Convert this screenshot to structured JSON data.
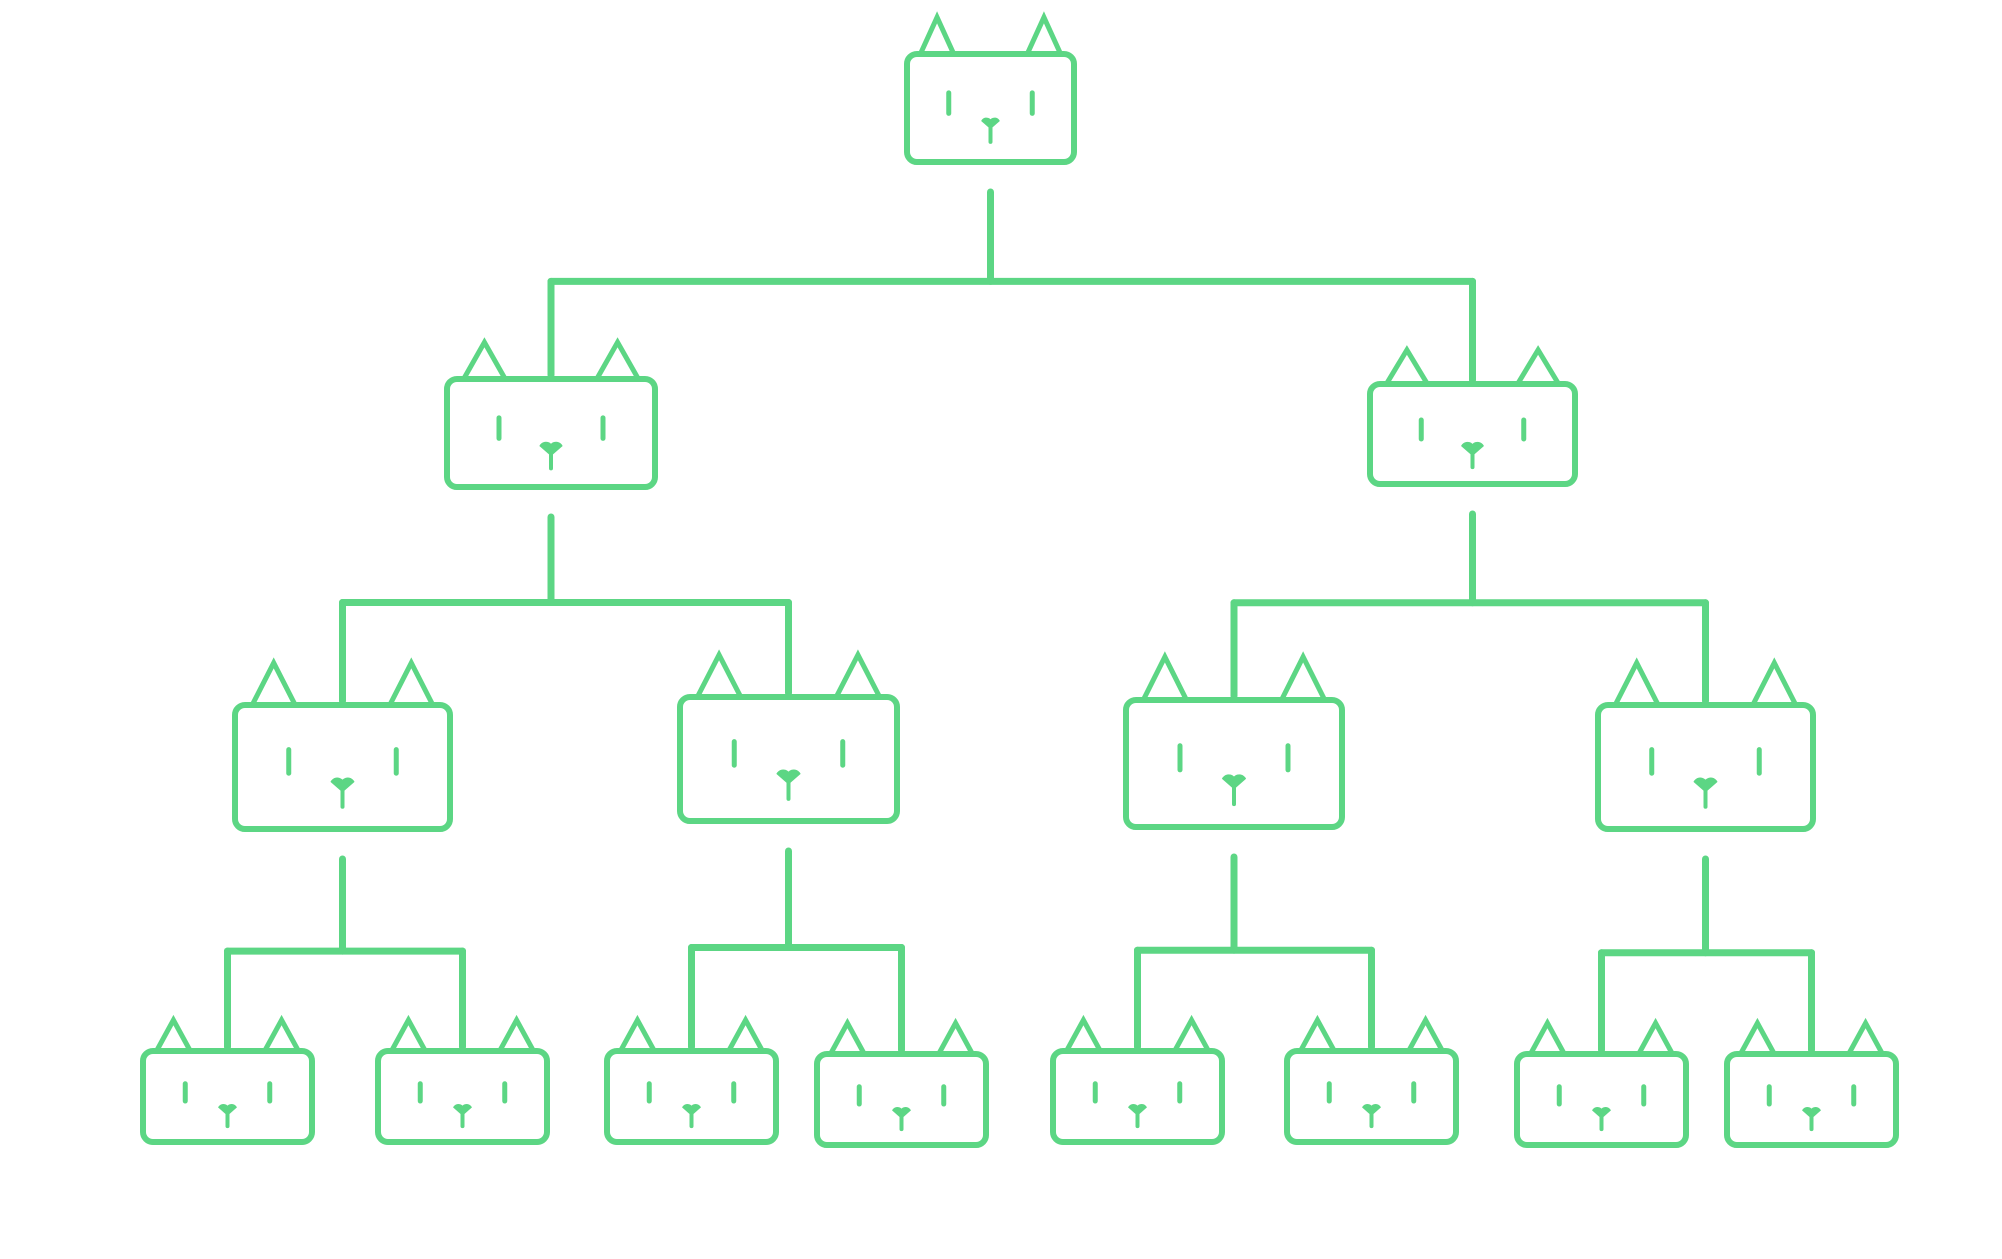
{
  "diagram": {
    "type": "binary-tree",
    "node_icon": "cat-face-icon",
    "colors": {
      "stroke": "#5cd684",
      "background": "#ffffff"
    },
    "levels": [
      {
        "level": 0,
        "node_count": 1
      },
      {
        "level": 1,
        "node_count": 2
      },
      {
        "level": 2,
        "node_count": 4
      },
      {
        "level": 3,
        "node_count": 8
      }
    ],
    "nodes": [
      {
        "id": "n0",
        "parent": null
      },
      {
        "id": "n1",
        "parent": "n0"
      },
      {
        "id": "n2",
        "parent": "n0"
      },
      {
        "id": "n3",
        "parent": "n1"
      },
      {
        "id": "n4",
        "parent": "n1"
      },
      {
        "id": "n5",
        "parent": "n2"
      },
      {
        "id": "n6",
        "parent": "n2"
      },
      {
        "id": "n7",
        "parent": "n3"
      },
      {
        "id": "n8",
        "parent": "n3"
      },
      {
        "id": "n9",
        "parent": "n4"
      },
      {
        "id": "n10",
        "parent": "n4"
      },
      {
        "id": "n11",
        "parent": "n5"
      },
      {
        "id": "n12",
        "parent": "n5"
      },
      {
        "id": "n13",
        "parent": "n6"
      },
      {
        "id": "n14",
        "parent": "n6"
      }
    ]
  }
}
